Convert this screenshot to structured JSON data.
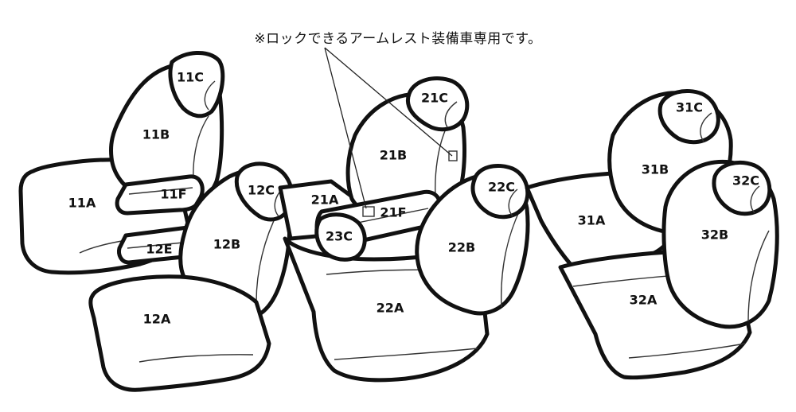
{
  "note": "※ロックできるアームレスト装備車専用です。",
  "labels": {
    "p11A": "11A",
    "p11B": "11B",
    "p11C": "11C",
    "p11F": "11F",
    "p12A": "12A",
    "p12B": "12B",
    "p12C": "12C",
    "p12E": "12E",
    "p21A": "21A",
    "p21B": "21B",
    "p21C": "21C",
    "p21F": "21F",
    "p22A": "22A",
    "p22B": "22B",
    "p22C": "22C",
    "p23C": "23C",
    "p31A": "31A",
    "p31B": "31B",
    "p31C": "31C",
    "p32A": "32A",
    "p32B": "32B",
    "p32C": "32C"
  }
}
